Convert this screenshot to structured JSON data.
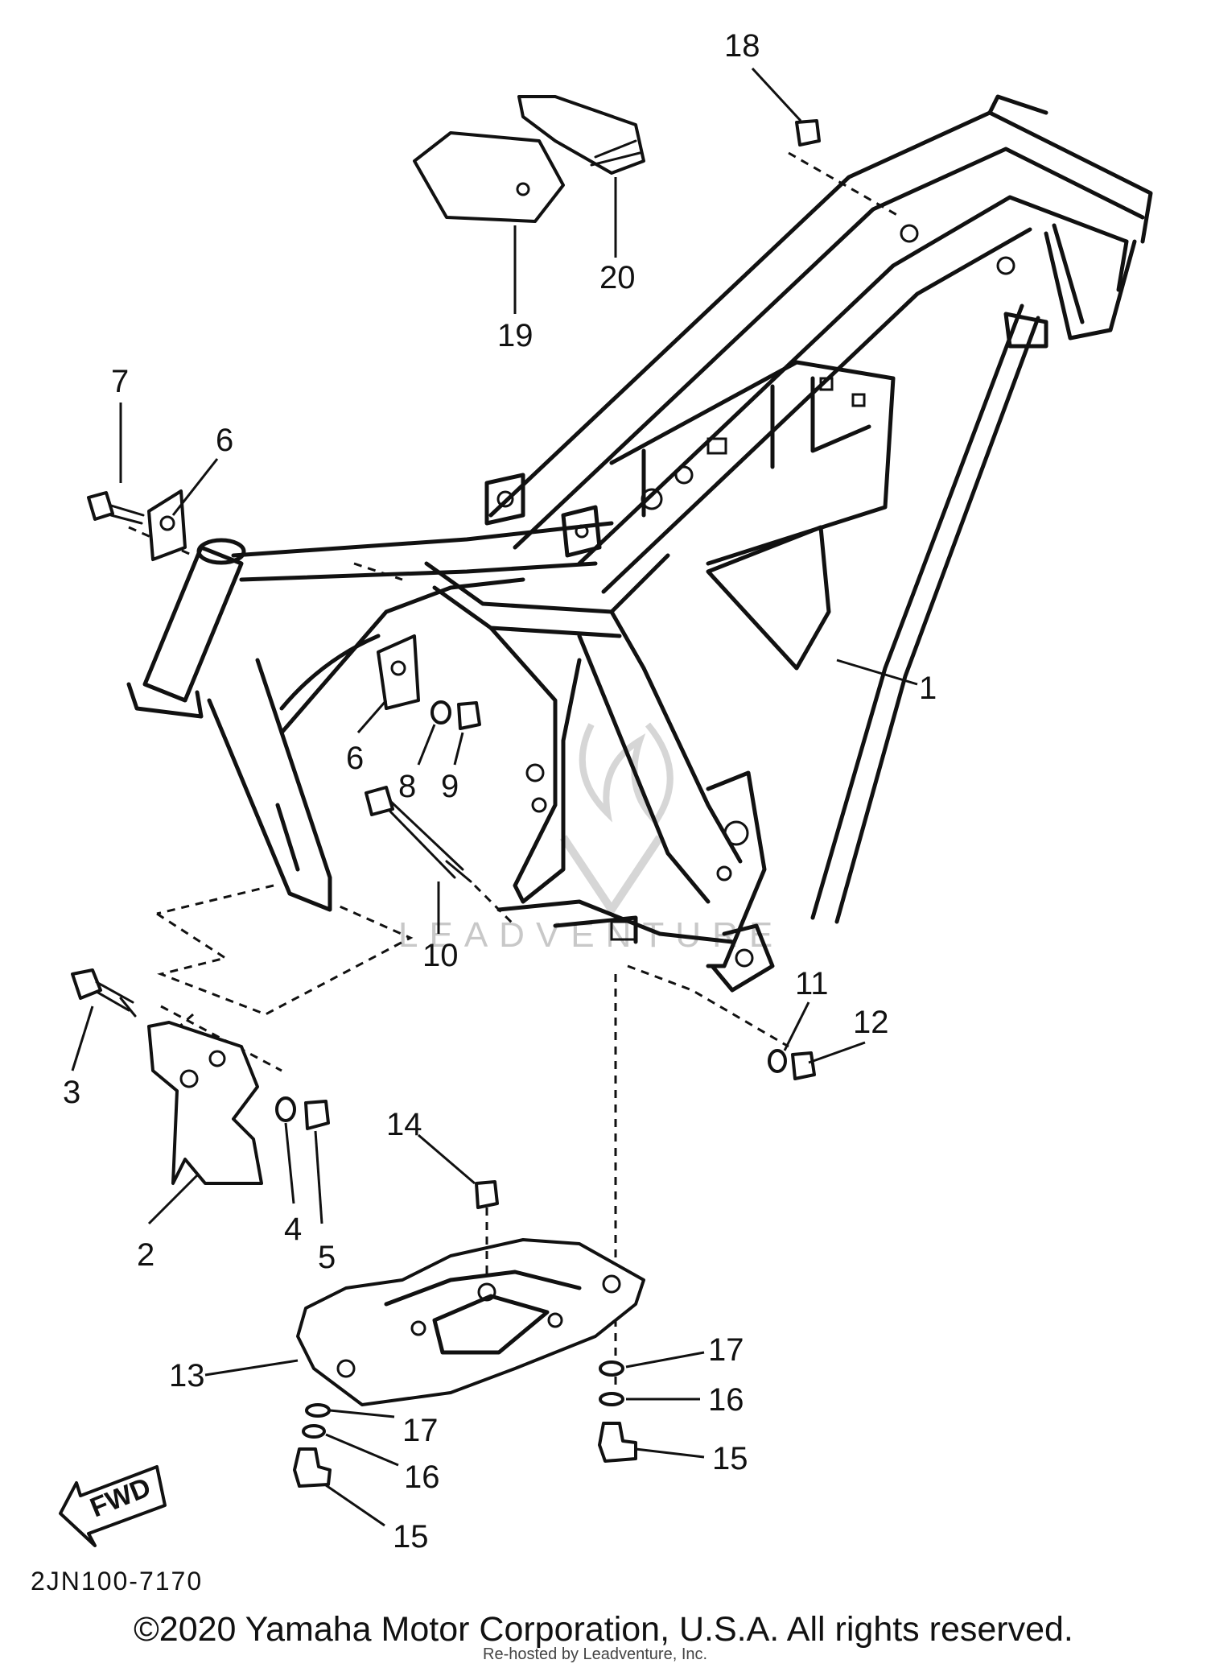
{
  "diagram": {
    "callouts": [
      {
        "id": "c1",
        "label": "1"
      },
      {
        "id": "c2",
        "label": "2"
      },
      {
        "id": "c3",
        "label": "3"
      },
      {
        "id": "c4",
        "label": "4"
      },
      {
        "id": "c5",
        "label": "5"
      },
      {
        "id": "c6a",
        "label": "6"
      },
      {
        "id": "c6b",
        "label": "6"
      },
      {
        "id": "c7",
        "label": "7"
      },
      {
        "id": "c8",
        "label": "8"
      },
      {
        "id": "c9",
        "label": "9"
      },
      {
        "id": "c10",
        "label": "10"
      },
      {
        "id": "c11",
        "label": "11"
      },
      {
        "id": "c12",
        "label": "12"
      },
      {
        "id": "c13",
        "label": "13"
      },
      {
        "id": "c14",
        "label": "14"
      },
      {
        "id": "c15a",
        "label": "15"
      },
      {
        "id": "c15b",
        "label": "15"
      },
      {
        "id": "c16a",
        "label": "16"
      },
      {
        "id": "c16b",
        "label": "16"
      },
      {
        "id": "c17a",
        "label": "17"
      },
      {
        "id": "c17b",
        "label": "17"
      },
      {
        "id": "c18",
        "label": "18"
      },
      {
        "id": "c19",
        "label": "19"
      },
      {
        "id": "c20",
        "label": "20"
      }
    ],
    "fwd_label": "FWD",
    "part_code": "2JN100-7170",
    "watermark": "LEADVENTURE"
  },
  "footer": {
    "copyright": "©2020 Yamaha Motor Corporation, U.S.A. All rights reserved.",
    "credit": "Re-hosted by Leadventure, Inc."
  }
}
